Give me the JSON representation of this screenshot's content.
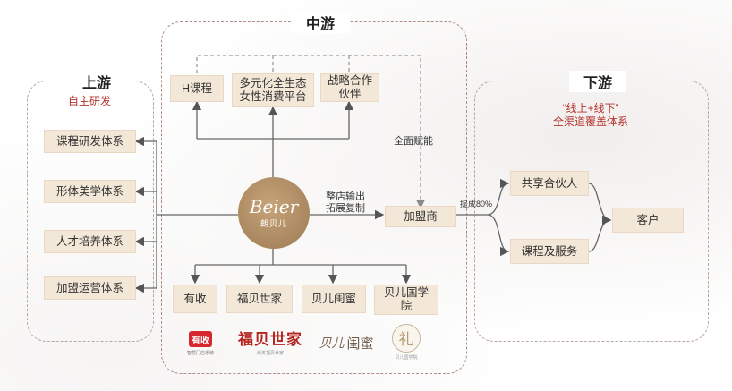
{
  "sections": {
    "upstream": {
      "title": "上游",
      "subtitle": "自主研发"
    },
    "midstream": {
      "title": "中游"
    },
    "downstream": {
      "title": "下游",
      "subtitle_line1": "“线上+线下”",
      "subtitle_line2": "全渠道覆盖体系"
    }
  },
  "upstream_boxes": [
    "课程研发体系",
    "形体美学体系",
    "人才培养体系",
    "加盟运营体系"
  ],
  "mid_top_boxes": [
    {
      "line1": "H课程",
      "line2": ""
    },
    {
      "line1": "多元化全生态",
      "line2": "女性消费平台"
    },
    {
      "line1": "战略合作",
      "line2": "伙伴"
    }
  ],
  "center_logo": {
    "script": "Beier",
    "name": "朗贝儿"
  },
  "labels": {
    "empower": "全面赋能",
    "output_line1": "整店输出",
    "output_line2": "拓展复制",
    "profit": "提成80%"
  },
  "franchise": "加盟商",
  "mid_bottom_boxes": [
    {
      "line1": "有收",
      "line2": ""
    },
    {
      "line1": "福贝世家",
      "line2": ""
    },
    {
      "line1": "贝儿闺蜜",
      "line2": ""
    },
    {
      "line1": "贝儿国学",
      "line2": "院"
    }
  ],
  "brand_logos": {
    "youshou_badge": "有收",
    "youshou_caption": "智慧门店系统",
    "fubei": "福贝世家",
    "fubei_caption": "尚美福贝世家",
    "guimi": "闺蜜",
    "guimi_script": "贝儿",
    "guoxue": "礼",
    "guoxue_caption": "贝儿国学院"
  },
  "downstream_boxes": {
    "partner": "共享合伙人",
    "course_service": "课程及服务",
    "customer": "客户"
  },
  "colors": {
    "box_fill": "#f3e7d7",
    "accent_red": "#b4342f",
    "line": "#555555",
    "dash": "#999999"
  }
}
